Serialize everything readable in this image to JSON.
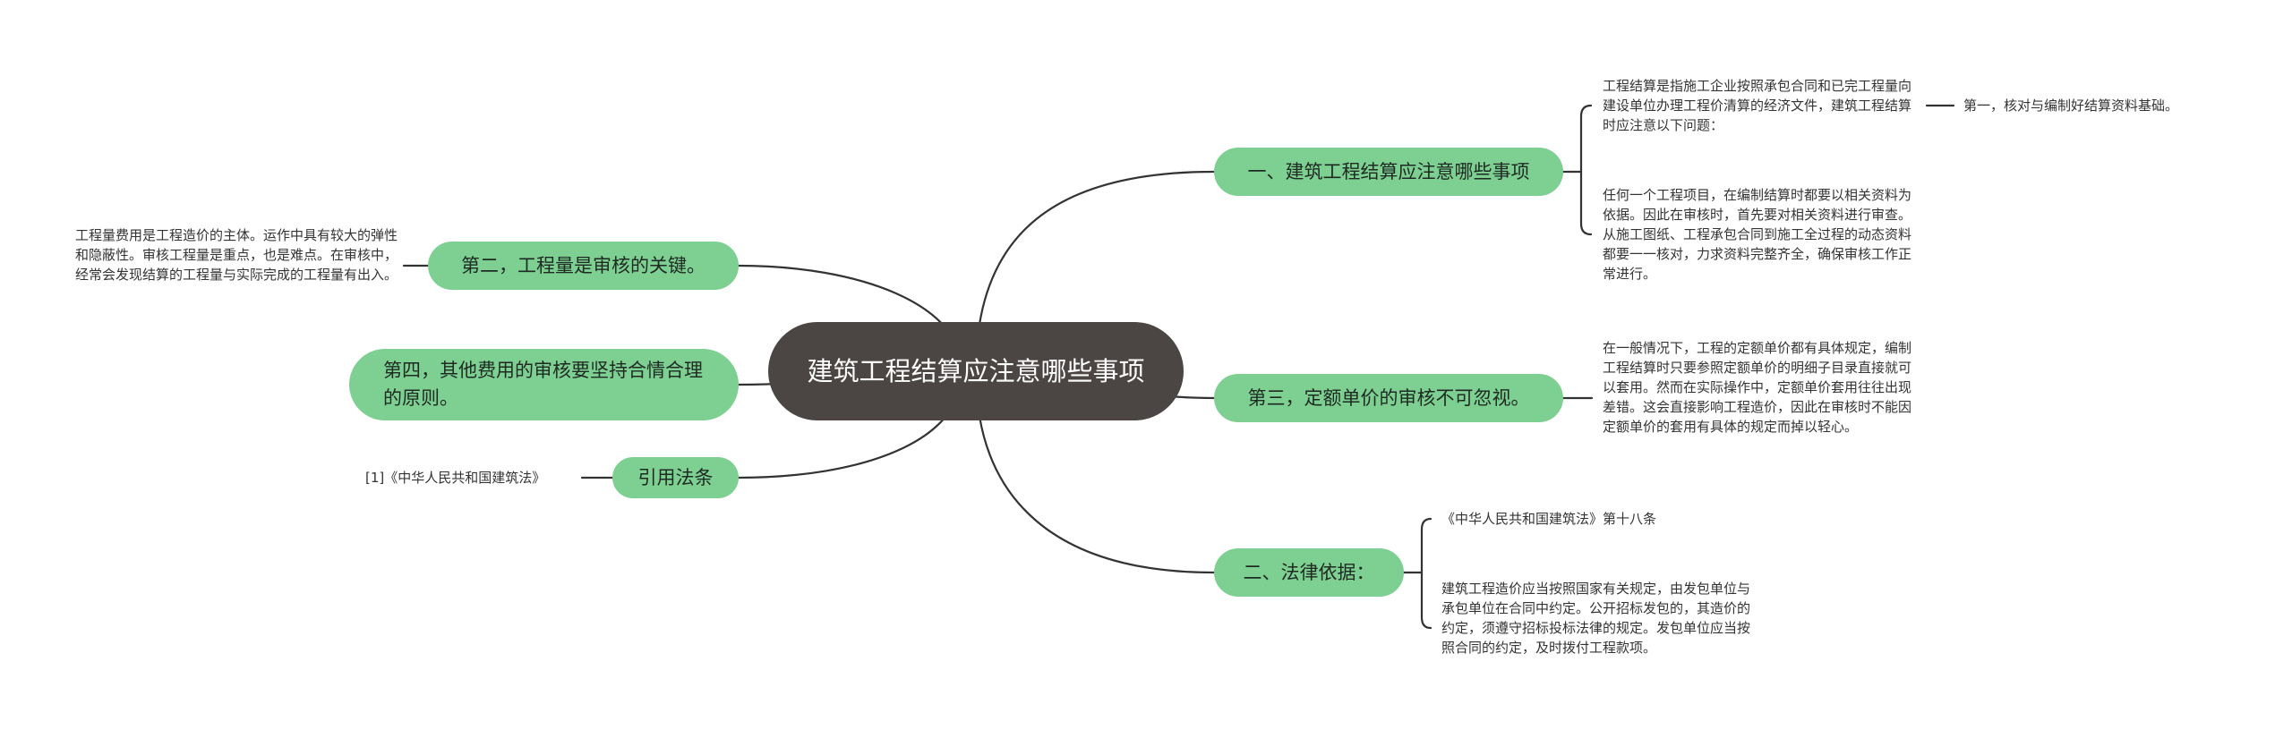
{
  "root": {
    "label": "建筑工程结算应注意哪些事项"
  },
  "branches": {
    "b1": {
      "label": "一、建筑工程结算应注意哪些事项",
      "intro": "工程结算是指施工企业按照承包合同和已完工程量向建设单位办理工程价清算的经济文件，建筑工程结算时应注意以下问题：",
      "intro_child": "第一，核对与编制好结算资料基础。",
      "detail": "任何一个工程项目，在编制结算时都要以相关资料为依据。因此在审核时，首先要对相关资料进行审查。从施工图纸、工程承包合同到施工全过程的动态资料都要一一核对，力求资料完整齐全，确保审核工作正常进行。"
    },
    "b2": {
      "label": "第三，定额单价的审核不可忽视。",
      "detail": "在一般情况下，工程的定额单价都有具体规定，编制工程结算时只要参照定额单价的明细子目录直接就可以套用。然而在实际操作中，定额单价套用往往出现差错。这会直接影响工程造价，因此在审核时不能因定额单价的套用有具体的规定而掉以轻心。"
    },
    "b3": {
      "label": "二、法律依据：",
      "law_title": "《中华人民共和国建筑法》第十八条",
      "law_text": "建筑工程造价应当按照国家有关规定，由发包单位与承包单位在合同中约定。公开招标发包的，其造价的约定，须遵守招标投标法律的规定。发包单位应当按照合同的约定，及时拨付工程款项。"
    },
    "b4": {
      "label": "第二，工程量是审核的关键。",
      "detail": "工程量费用是工程造价的主体。运作中具有较大的弹性和隐蔽性。审核工程量是重点，也是难点。在审核中，经常会发现结算的工程量与实际完成的工程量有出入。"
    },
    "b5": {
      "label": "第四，其他费用的审核要坚持合情合理的原则。"
    },
    "b6": {
      "label": "引用法条",
      "ref": "[1]《中华人民共和国建筑法》"
    }
  },
  "colors": {
    "root_fill": "#4b4543",
    "branch_fill": "#7dcf92",
    "line": "#333333",
    "leaf_text": "#333333",
    "background": "#ffffff"
  }
}
